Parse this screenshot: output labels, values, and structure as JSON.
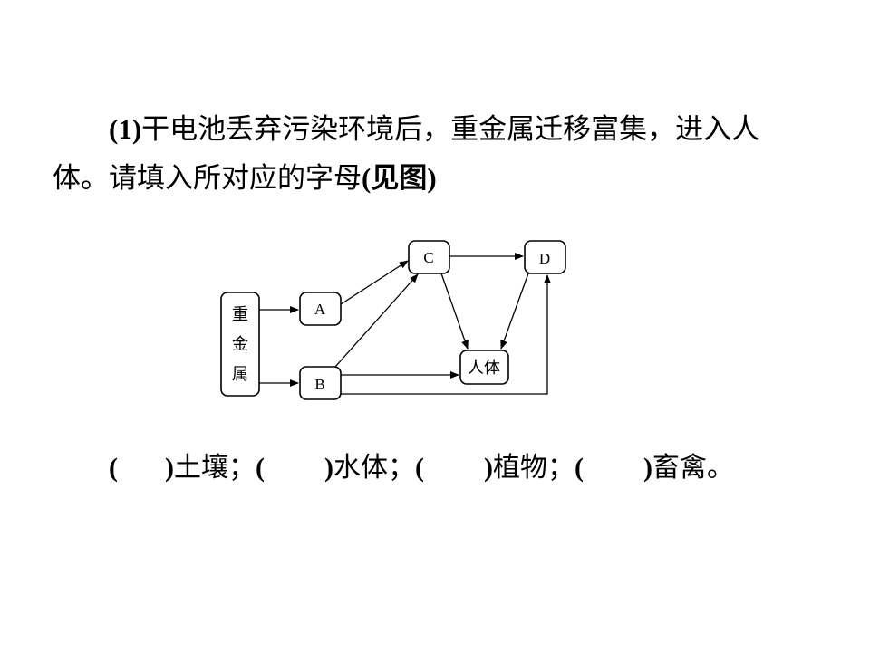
{
  "question": {
    "line1_num": "(1)",
    "line1_text": "干电池丢弃污染环境后，重金属迁移富集，进入人",
    "line2_text": "体。请填入所对应的字母",
    "line2_paren": "(见图)"
  },
  "diagram": {
    "source_chars": [
      "重",
      "金",
      "属"
    ],
    "node_a": "A",
    "node_b": "B",
    "node_c": "C",
    "node_d": "D",
    "node_human": "人体"
  },
  "answers": {
    "open": "(",
    "close": ")",
    "item1": "土壤；",
    "item2": "水体；",
    "item3": "植物；",
    "item4": "畜禽。"
  }
}
